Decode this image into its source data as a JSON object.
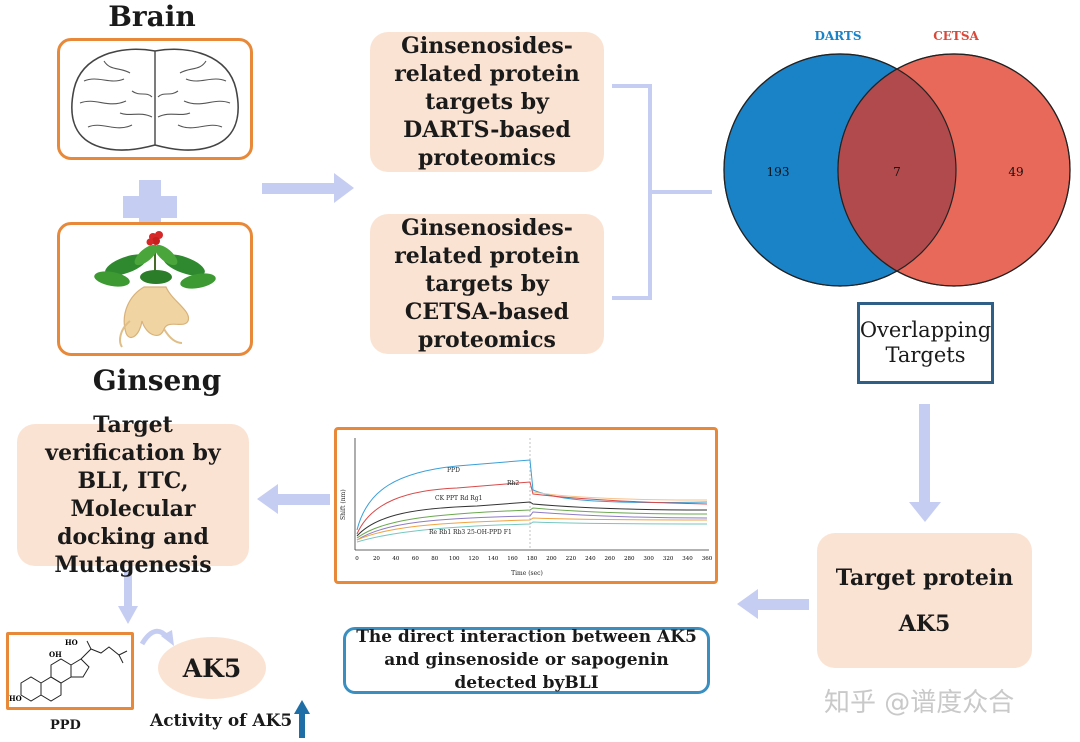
{
  "brain": {
    "title": "Brain"
  },
  "ginseng": {
    "title": "Ginseng"
  },
  "boxes": {
    "darts": "Ginsenosides-related protein targets by DARTS-based proteomics",
    "cetsa": "Ginsenosides-related protein targets by CETSA-based proteomics",
    "overlap": "Overlapping Targets",
    "target_protein_title": "Target protein",
    "target_protein_name": "AK5",
    "verification": "Target verification by BLI, ITC, Molecular docking and Mutagenesis",
    "bli_caption": "The direct interaction between AK5 and ginsenoside or sapogenin detected byBLI"
  },
  "venn": {
    "left_label": "DARTS",
    "right_label": "CETSA",
    "left_only": "193",
    "overlap": "7",
    "right_only": "49",
    "colors": {
      "left": "#1a82c6",
      "right": "#e8685a",
      "overlap": "#b04a4c"
    }
  },
  "molecule": {
    "label": "PPD",
    "atoms": {
      "ho_top": "HO",
      "oh_mid": "OH",
      "ho_bottom": "HO"
    }
  },
  "ak5_result": {
    "label": "AK5",
    "activity": "Activity of AK5"
  },
  "bli_chart": {
    "ylabel": "Shift (nm)",
    "xlabel": "Time (sec)",
    "x_ticks": [
      "0",
      "20",
      "40",
      "60",
      "80",
      "100",
      "120",
      "140",
      "160",
      "180",
      "200",
      "220",
      "240",
      "260",
      "280",
      "300",
      "320",
      "340",
      "360"
    ],
    "series_labels": [
      "PPD",
      "Rh2",
      "CK PPT Rd Rg1",
      "Re Rb1 Rb3 25-OH-PPD F1"
    ]
  },
  "watermark": "知乎 @谱度众合",
  "colors": {
    "arrow": "#c5cdf2",
    "orange": "#e8893a",
    "peach": "#fbe3d3",
    "navy": "#2f5f86"
  }
}
